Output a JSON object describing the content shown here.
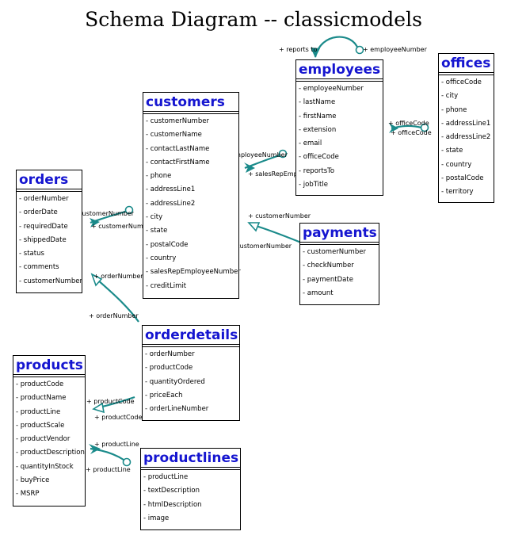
{
  "title": "Schema Diagram -- classicmodels",
  "colors": {
    "entity_name": "#1515d0",
    "link": "#1a8a8a"
  },
  "entities": {
    "customers": {
      "name": "customers",
      "attributes": [
        "- customerNumber",
        "- customerName",
        "- contactLastName",
        "- contactFirstName",
        "- phone",
        "- addressLine1",
        "- addressLine2",
        "- city",
        "- state",
        "- postalCode",
        "- country",
        "- salesRepEmployeeNumber",
        "- creditLimit"
      ]
    },
    "employees": {
      "name": "employees",
      "attributes": [
        "- employeeNumber",
        "- lastName",
        "- firstName",
        "- extension",
        "- email",
        "- officeCode",
        "- reportsTo",
        "- jobTitle"
      ]
    },
    "offices": {
      "name": "offices",
      "attributes": [
        "- officeCode",
        "- city",
        "- phone",
        "- addressLine1",
        "- addressLine2",
        "- state",
        "- country",
        "- postalCode",
        "- territory"
      ]
    },
    "orders": {
      "name": "orders",
      "attributes": [
        "- orderNumber",
        "- orderDate",
        "- requiredDate",
        "- shippedDate",
        "- status",
        "- comments",
        "- customerNumber"
      ]
    },
    "payments": {
      "name": "payments",
      "attributes": [
        "- customerNumber",
        "- checkNumber",
        "- paymentDate",
        "- amount"
      ]
    },
    "orderdetails": {
      "name": "orderdetails",
      "attributes": [
        "- orderNumber",
        "- productCode",
        "- quantityOrdered",
        "- priceEach",
        "- orderLineNumber"
      ]
    },
    "products": {
      "name": "products",
      "attributes": [
        "- productCode",
        "- productName",
        "- productLine",
        "- productScale",
        "- productVendor",
        "- productDescription",
        "- quantityInStock",
        "- buyPrice",
        "- MSRP"
      ]
    },
    "productlines": {
      "name": "productlines",
      "attributes": [
        "- productLine",
        "- textDescription",
        "- htmlDescription",
        "- image"
      ]
    }
  },
  "links": [
    {
      "id": "employees-self",
      "labels": [
        "+ reports to",
        "+ employeeNumber"
      ]
    },
    {
      "id": "employees-offices",
      "labels": [
        "+ officeCode",
        "+ officeCode"
      ]
    },
    {
      "id": "customers-employees",
      "labels": [
        "+ employeeNumber",
        "+ salesRepEmployeeNumber"
      ]
    },
    {
      "id": "orders-customers",
      "labels": [
        "+ customerNumber",
        "+ customerNumber"
      ]
    },
    {
      "id": "payments-customers",
      "labels": [
        "+ customerNumber",
        "+ customerNumber"
      ]
    },
    {
      "id": "orderdetails-orders",
      "labels": [
        "+ orderNumber",
        "+ orderNumber"
      ]
    },
    {
      "id": "orderdetails-products",
      "labels": [
        "+ productCode",
        "+ productCode"
      ]
    },
    {
      "id": "productlines-products",
      "labels": [
        "+ productLine",
        "+ productLine"
      ]
    }
  ]
}
